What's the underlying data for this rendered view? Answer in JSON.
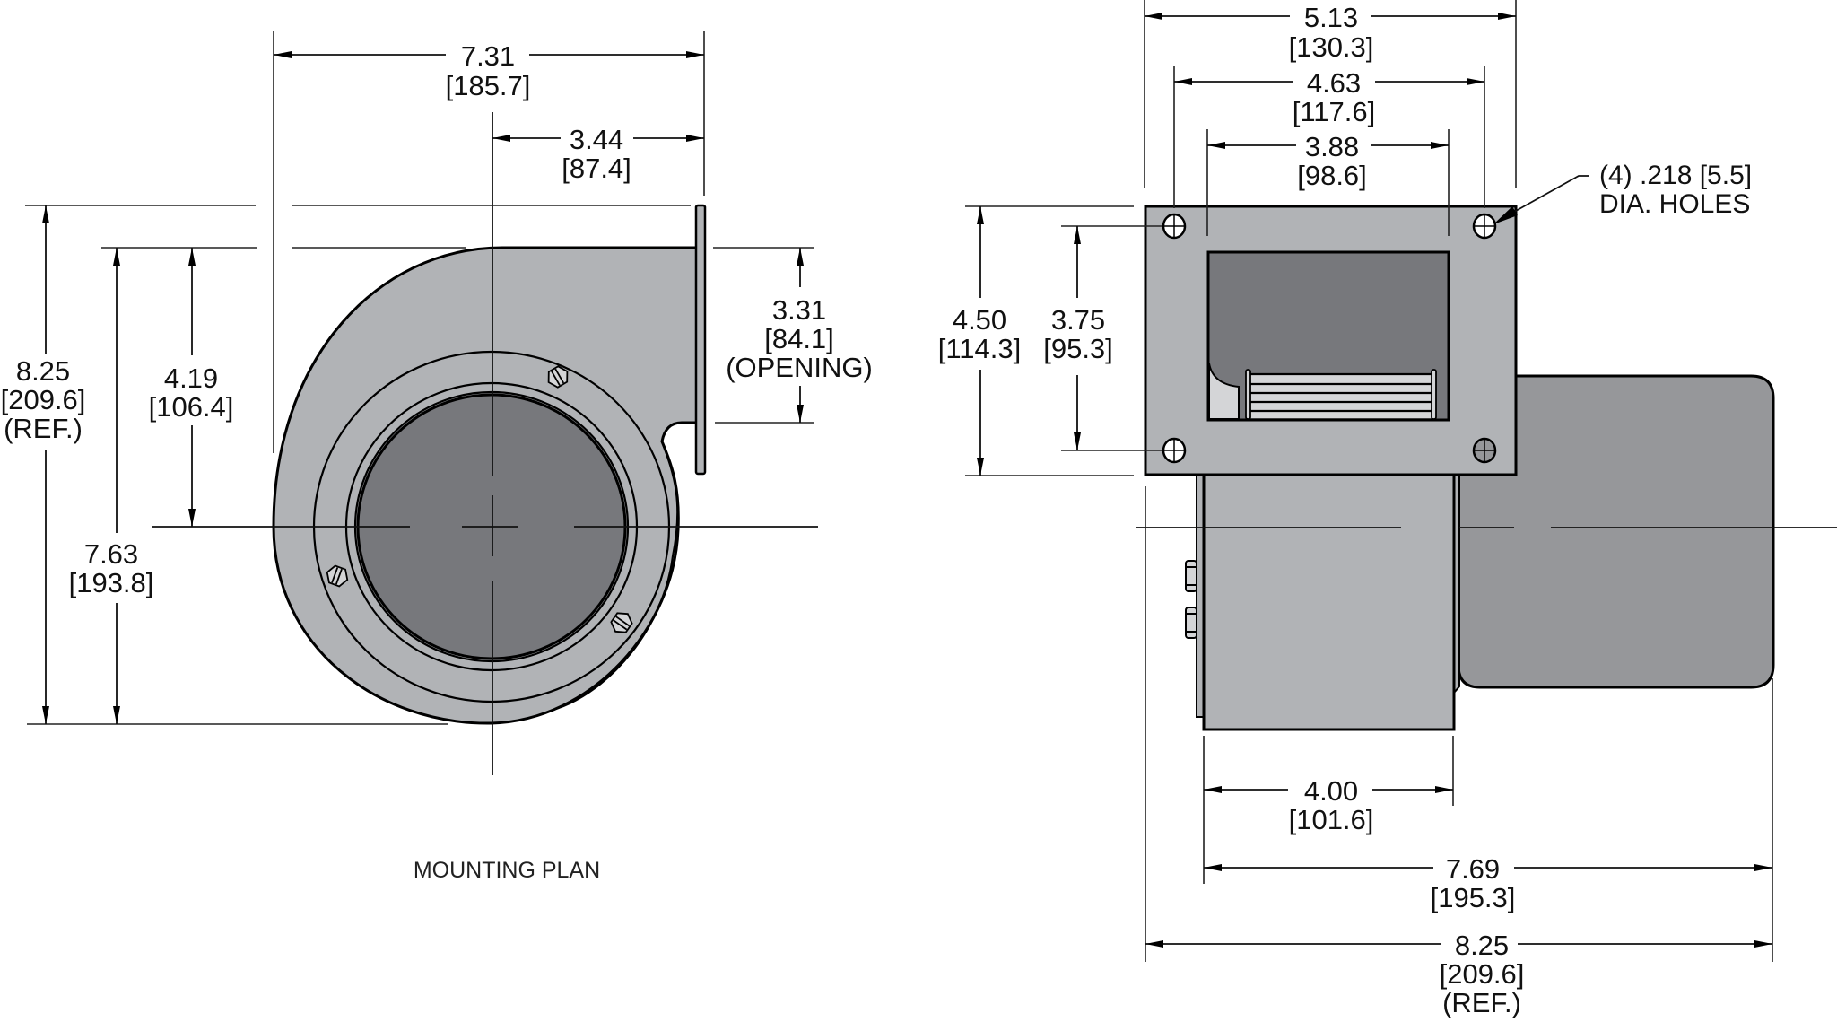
{
  "drawing": {
    "colors": {
      "housing": "#b1b3b6",
      "inlet_dark": "#77787c",
      "motor": "#96979a",
      "wheel_light": "#d4d5d7",
      "line": "#000000"
    },
    "mounting_plan": {
      "label": "MOUNTING PLAN",
      "dims": {
        "overall_width": {
          "in": "7.31",
          "mm": "[185.7]"
        },
        "center_to_flange": {
          "in": "3.44",
          "mm": "[87.4]"
        },
        "overall_height": {
          "in": "8.25",
          "mm": "[209.6]",
          "note": "(REF.)"
        },
        "scroll_height": {
          "in": "7.63",
          "mm": "[193.8]"
        },
        "top_to_center": {
          "in": "4.19",
          "mm": "[106.4]"
        },
        "opening": {
          "in": "3.31",
          "mm": "[84.1]",
          "note": "(OPENING)"
        }
      }
    },
    "side_view": {
      "hole_note": {
        "line1": "(4) .218 [5.5]",
        "line2": "DIA. HOLES"
      },
      "dims": {
        "flange_width": {
          "in": "5.13",
          "mm": "[130.3]"
        },
        "hole_spacing_h": {
          "in": "4.63",
          "mm": "[117.6]"
        },
        "opening_width": {
          "in": "3.88",
          "mm": "[98.6]"
        },
        "flange_height": {
          "in": "4.50",
          "mm": "[114.3]"
        },
        "hole_spacing_v": {
          "in": "3.75",
          "mm": "[95.3]"
        },
        "housing_width": {
          "in": "4.00",
          "mm": "[101.6]"
        },
        "housing_motor_width": {
          "in": "7.69",
          "mm": "[195.3]"
        },
        "overall_width": {
          "in": "8.25",
          "mm": "[209.6]",
          "note": "(REF.)"
        }
      }
    }
  }
}
